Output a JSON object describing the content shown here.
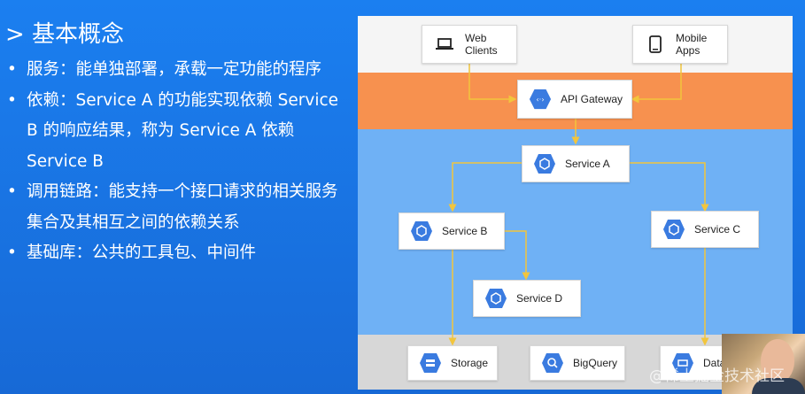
{
  "slide": {
    "title": "> 基本概念",
    "bullets": [
      {
        "marker": "•",
        "text": "服务：能单独部署，承载一定功能的程序"
      },
      {
        "marker": "•",
        "text": "依赖：Service A 的功能实现依赖 Service B 的响应结果，称为 Service A 依赖 Service B"
      },
      {
        "marker": "•",
        "text": "调用链路：能支持一个接口请求的相关服务集合及其相互之间的依赖关系"
      },
      {
        "marker": "•",
        "text": "基础库：公共的工具包、中间件"
      }
    ]
  },
  "diagram": {
    "clients": {
      "web": "Web Clients",
      "mobile": "Mobile Apps"
    },
    "gateway": "API Gateway",
    "services": {
      "a": "Service A",
      "b": "Service B",
      "c": "Service C",
      "d": "Service D"
    },
    "data": {
      "storage": "Storage",
      "bigquery": "BigQuery",
      "data": "Data"
    },
    "colors": {
      "client_band": "#f5f5f5",
      "gateway_band": "#f7914f",
      "service_band": "#6fb1f5",
      "data_band": "#d7d7d7",
      "arrow": "#f2c53d",
      "icon_hex": "#3a7be0"
    },
    "icons": {
      "web": "laptop-icon",
      "mobile": "smartphone-icon",
      "gateway": "api-gateway-icon",
      "service": "compute-engine-icon",
      "storage": "storage-icon",
      "bigquery": "bigquery-icon"
    }
  },
  "watermark": "@稀土掘金技术社区"
}
